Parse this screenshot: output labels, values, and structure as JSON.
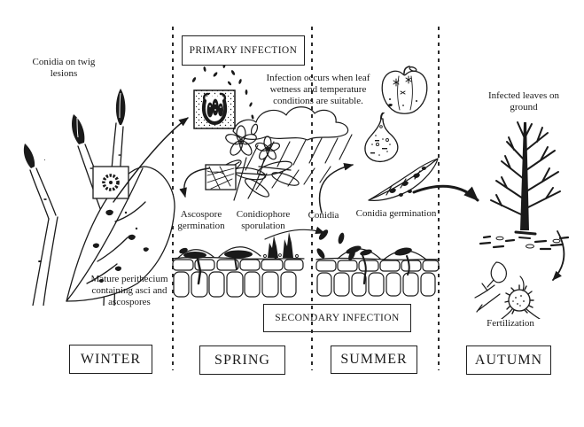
{
  "diagram": {
    "primary_infection_label": "PRIMARY INFECTION",
    "secondary_infection_label": "SECONDARY INFECTION",
    "seasons": [
      {
        "label": "WINTER"
      },
      {
        "label": "SPRING"
      },
      {
        "label": "SUMMER"
      },
      {
        "label": "AUTUMN"
      }
    ],
    "labels": {
      "conidia_on_twig": "Conidia on twig lesions",
      "infection_note": "Infection occurs when leaf wetness and temperature conditions are suitable.",
      "mature_perithecium": "Mature perithecium containing asci and ascospores",
      "ascospore_germination": "Ascospore germination",
      "conidiophore_sporulation": "Conidiophore sporulation",
      "conidia": "Conidia",
      "conidia_germination": "Conidia germination",
      "infected_leaves_on_ground": "Infected leaves on ground",
      "fertilization": "Fertilization"
    },
    "colors": {
      "ink": "#1a1a1a",
      "background": "#ffffff"
    }
  }
}
